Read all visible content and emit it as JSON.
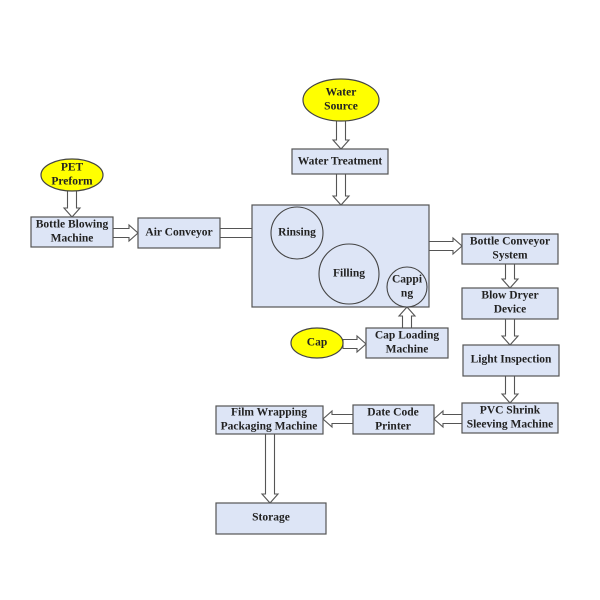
{
  "colors": {
    "box_fill": "#dde5f6",
    "source_fill": "#ffff00",
    "border": "#555555"
  },
  "nodes": {
    "water_source": [
      "Water",
      "Source"
    ],
    "water_treatment": "Water Treatment",
    "pet_preform": [
      "PET",
      "Preform"
    ],
    "bottle_blowing": [
      "Bottle Blowing",
      "Machine"
    ],
    "air_conveyor": "Air Conveyor",
    "rinsing": "Rinsing",
    "filling": "Filling",
    "capping": [
      "Cappi",
      "ng"
    ],
    "cap": "Cap",
    "cap_loading": [
      "Cap Loading",
      "Machine"
    ],
    "bottle_conveyor": [
      "Bottle Conveyor",
      "System"
    ],
    "blow_dryer": [
      "Blow Dryer",
      "Device"
    ],
    "light_inspection": "Light Inspection",
    "pvc_shrink": [
      "PVC Shrink",
      "Sleeving Machine"
    ],
    "date_code": [
      "Date Code",
      "Printer"
    ],
    "film_wrapping": [
      "Film Wrapping",
      "Packaging Machine"
    ],
    "storage": "Storage"
  }
}
